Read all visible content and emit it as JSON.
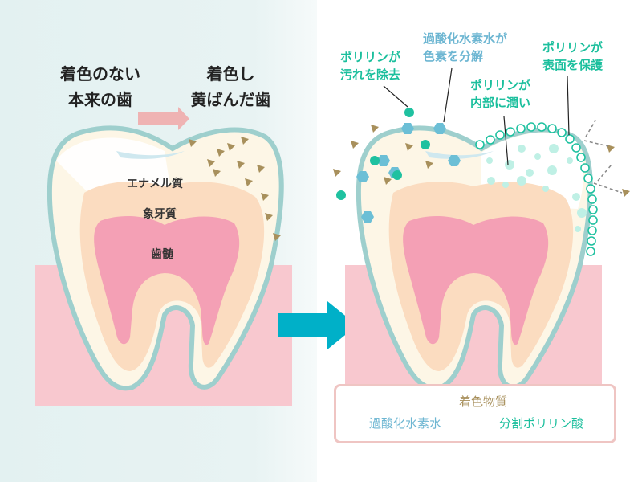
{
  "left": {
    "before_label": [
      "着色のない",
      "本来の歯"
    ],
    "after_label": [
      "着色し",
      "黄ばんだ歯"
    ],
    "layers": {
      "enamel": "エナメル質",
      "dentin": "象牙質",
      "pulp": "歯髄"
    }
  },
  "right": {
    "callouts": [
      {
        "lines": [
          "ポリリンが",
          "汚れを除去"
        ],
        "color": "#1bbf9d"
      },
      {
        "lines": [
          "過酸化水素水が",
          "色素を分解"
        ],
        "color": "#6db6d2"
      },
      {
        "lines": [
          "ポリリンが",
          "内部に潤い"
        ],
        "color": "#1bbf9d"
      },
      {
        "lines": [
          "ポリリンが",
          "表面を保護"
        ],
        "color": "#1bbf9d"
      }
    ]
  },
  "legend": {
    "stain": "着色物質",
    "peroxide": "過酸化水素水",
    "polyphosphate": "分割ポリリン酸"
  },
  "colors": {
    "stain": "#a8905c",
    "peroxide": "#6cbfd6",
    "polyphosphate": "#1fc1a0",
    "arrow": "#00b0c8",
    "gum": "#f8c8cf"
  }
}
